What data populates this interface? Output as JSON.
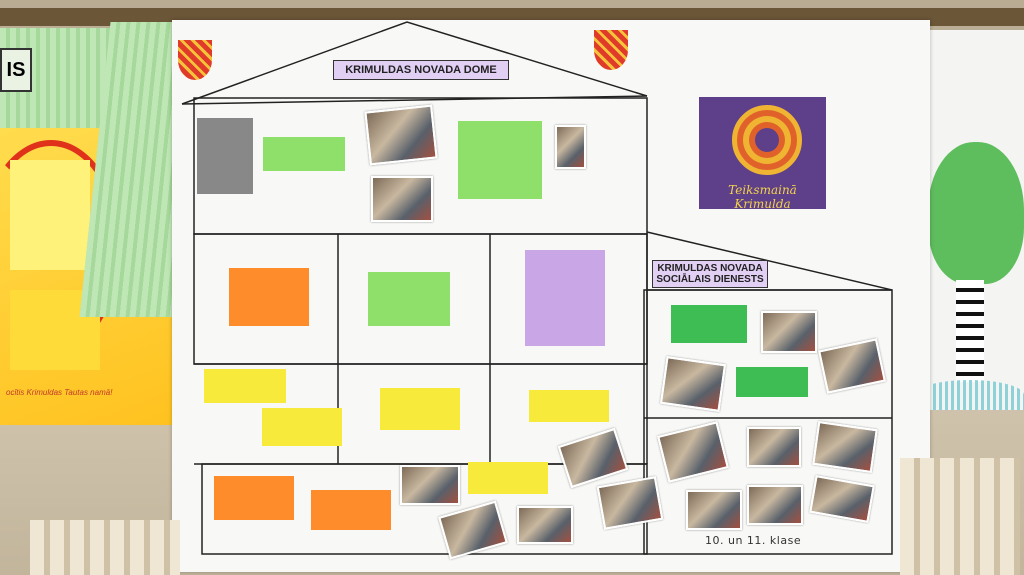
{
  "poster": {
    "title": "KRIMULDAS NOVADA DOME",
    "social_title_line1": "KRIMULDAS NOVADA",
    "social_title_line2": "SOCIĀLAIS DIENESTS",
    "logo_text": "Teiksmainā Krimulda",
    "footer": "10. un 11. klase"
  },
  "left_poster": {
    "bottom_text": "ocītis Krimuldas Tautas namā!",
    "tab_label": "IS"
  },
  "colors": {
    "green_note": "#8ee06a",
    "orange_note": "#ff8c2a",
    "yellow_note": "#f7ea3a",
    "purple_note": "#c9a7e6"
  },
  "icons": [
    "coat-of-arms-icon",
    "coat-of-arms-icon",
    "rose-spiral-logo-icon"
  ]
}
